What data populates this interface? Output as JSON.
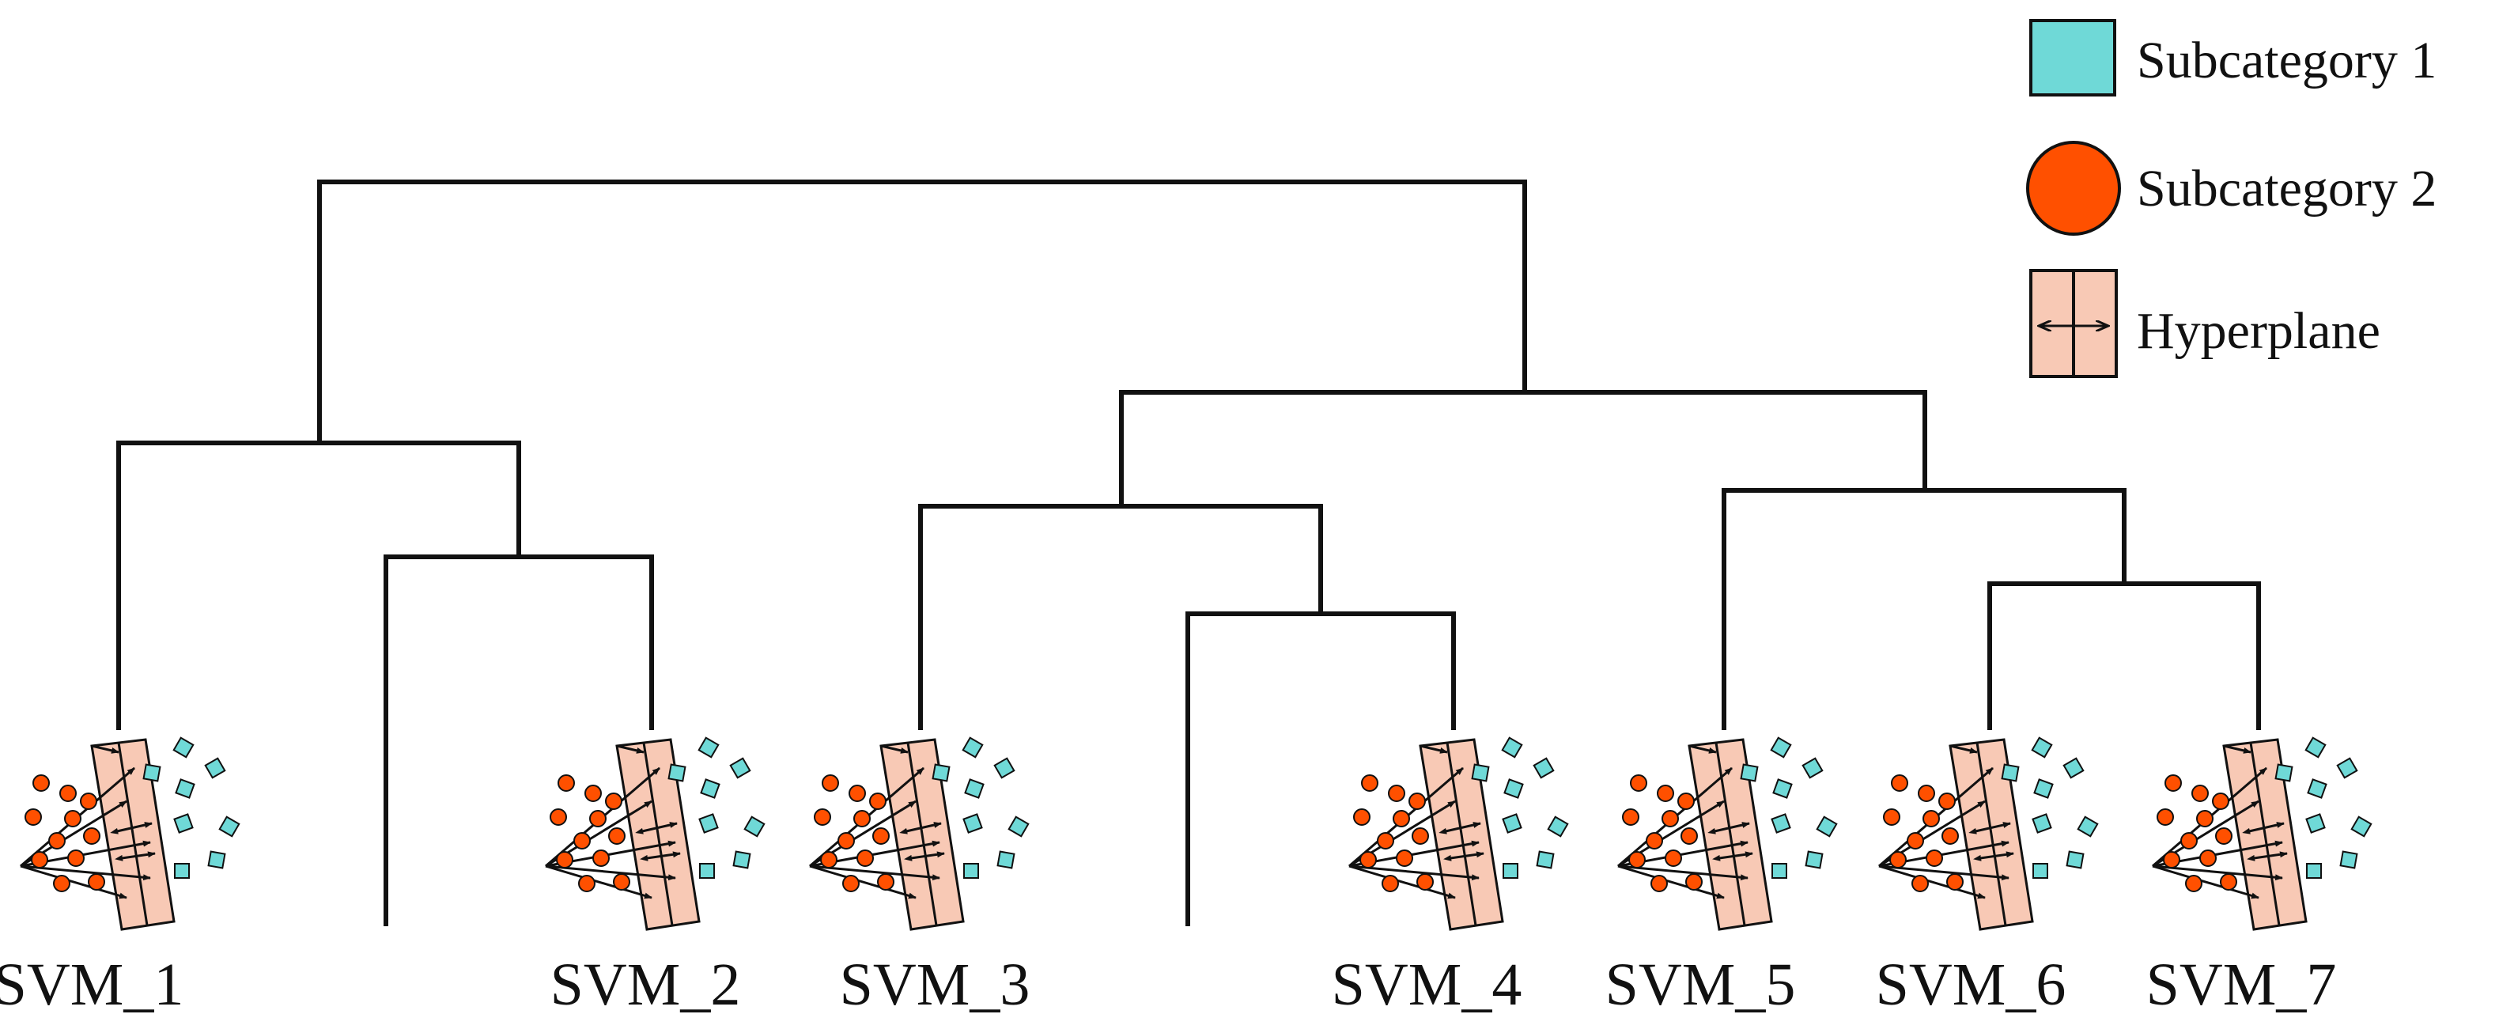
{
  "legend": {
    "items": [
      {
        "key": "subcategory1",
        "label": "Subcategory 1",
        "symbol": "square",
        "color": "#6FD9D7"
      },
      {
        "key": "subcategory2",
        "label": "Subcategory 2",
        "symbol": "circle",
        "color": "#FF5000"
      },
      {
        "key": "hyperplane",
        "label": "Hyperplane",
        "symbol": "hyperplane",
        "color": "#F8C9B5"
      }
    ]
  },
  "leaves": [
    {
      "label": "SVM_1",
      "has_panel": true
    },
    {
      "label": "",
      "has_panel": false
    },
    {
      "label": "SVM_2",
      "has_panel": true
    },
    {
      "label": "SVM_3",
      "has_panel": true
    },
    {
      "label": "",
      "has_panel": false
    },
    {
      "label": "SVM_4",
      "has_panel": true
    },
    {
      "label": "SVM_5",
      "has_panel": true
    },
    {
      "label": "SVM_6",
      "has_panel": true
    },
    {
      "label": "SVM_7",
      "has_panel": true
    }
  ],
  "colors": {
    "branch": "#111111",
    "square_fill": "#6FD9D7",
    "circle_fill": "#FF5000",
    "hyperplane_fill": "#F8C9B5",
    "outline": "#111111"
  }
}
